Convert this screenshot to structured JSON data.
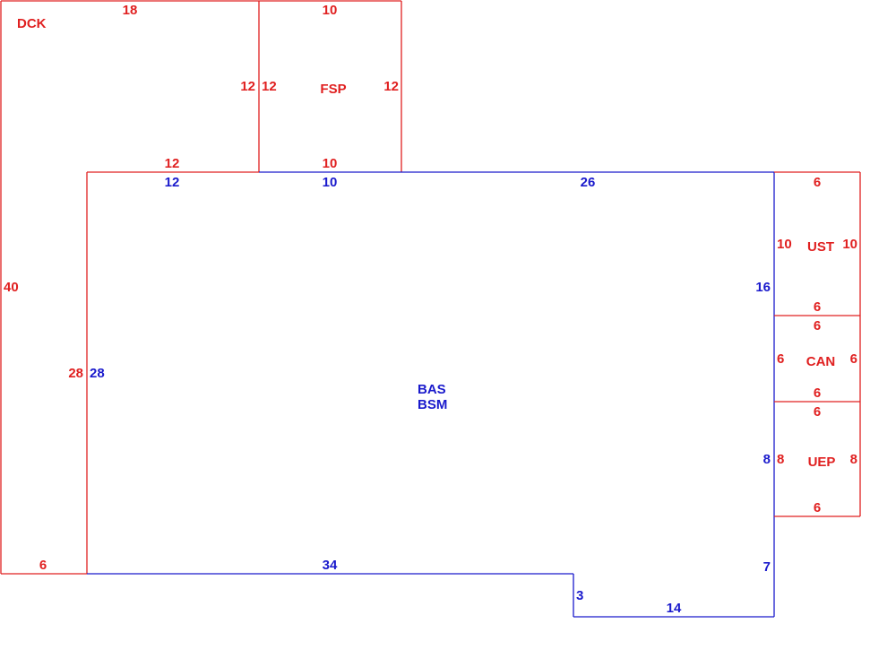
{
  "colors": {
    "red": "#e02020",
    "blue": "#1a1acc",
    "background": "#ffffff"
  },
  "areas": {
    "dck": {
      "label": "DCK",
      "dims": {
        "top": "18",
        "left": "40",
        "bottom": "6",
        "right_lower": "28",
        "right_upper": "12",
        "step": "12"
      }
    },
    "fsp": {
      "label": "FSP",
      "dims": {
        "top": "10",
        "bottom": "10",
        "left": "12",
        "right": "12"
      }
    },
    "bas": {
      "label_1": "BAS",
      "label_2": "BSM",
      "dims": {
        "top_left": "12",
        "top_mid": "10",
        "top_right": "26",
        "left": "28",
        "right_upper": "16",
        "right_mid": "8",
        "right_lower": "7",
        "bottom_main": "34",
        "notch_vertical": "3",
        "bottom_notch": "14"
      }
    },
    "ust": {
      "label": "UST",
      "dims": {
        "top": "6",
        "bottom": "6",
        "left": "10",
        "right": "10"
      }
    },
    "can": {
      "label": "CAN",
      "dims": {
        "top": "6",
        "bottom": "6",
        "left": "6",
        "right": "6"
      }
    },
    "uep": {
      "label": "UEP",
      "dims": {
        "top": "6",
        "bottom": "6",
        "left": "8",
        "right": "8"
      }
    }
  }
}
